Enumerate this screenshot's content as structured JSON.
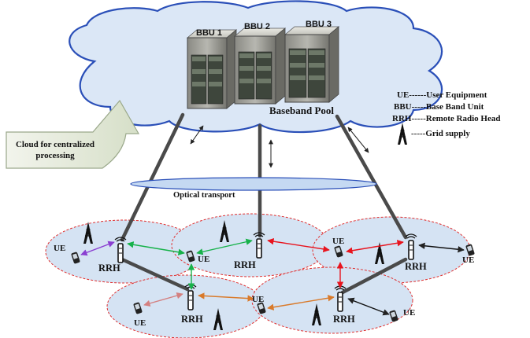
{
  "diagram": {
    "bbus": [
      {
        "label": "BBU 1"
      },
      {
        "label": "BBU 2"
      },
      {
        "label": "BBU 3"
      }
    ],
    "pool_label": "Baseband Pool",
    "cloud_callout": {
      "line1": "Cloud for centralized",
      "line2": "processing"
    },
    "optical_label": "Optical transport",
    "legend": [
      {
        "text": "UE------User Equipment"
      },
      {
        "text": "BBU-----Base Band Unit"
      },
      {
        "text": "RRH-----Remote Radio Head"
      },
      {
        "text": "-----Grid supply",
        "icon": "tower-icon"
      }
    ],
    "rrh_label": "RRH",
    "ue_label": "UE",
    "colors": {
      "cloud_fill": "#dbe7f6",
      "cloud_stroke": "#2a4fb8",
      "cell_fill": "#d5e3f3",
      "cell_stroke": "#e03030",
      "optical_fill": "#c5d9f2",
      "callout_fill": "#e5ebdb",
      "link_purple": "#8a3fd1",
      "link_green": "#17b24a",
      "link_red": "#e8141e",
      "link_orange": "#d97a2a",
      "link_rose": "#d48080",
      "link_black": "#111111"
    }
  }
}
